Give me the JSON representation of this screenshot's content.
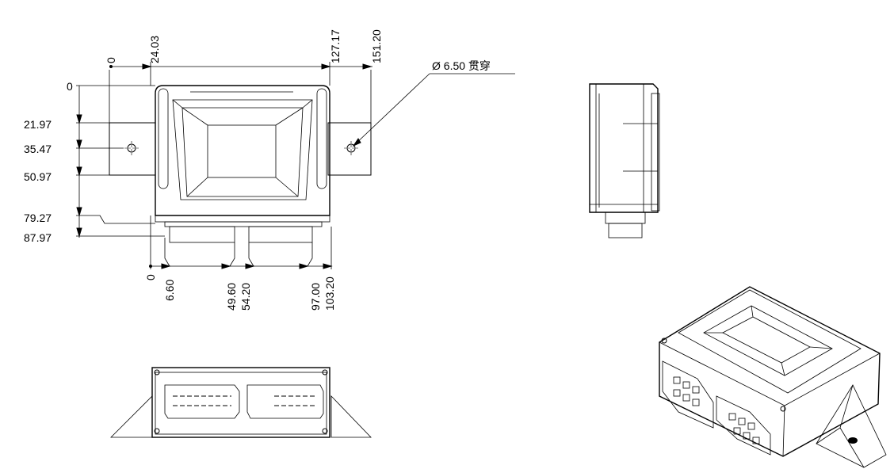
{
  "top_view": {
    "x_dims": {
      "d0": "0",
      "d1": "24.03",
      "d2": "127.17",
      "d3": "151.20"
    },
    "y_dims": {
      "d0": "0",
      "d1": "21.97",
      "d2": "35.47",
      "d3": "50.97",
      "d4": "79.27",
      "d5": "87.97"
    },
    "bottom_dims": {
      "d0": "0",
      "d1": "6.60",
      "d2": "49.60",
      "d3": "54.20",
      "d4": "97.00",
      "d5": "103.20"
    },
    "hole_callout": "Ø 6.50 贯穿"
  }
}
